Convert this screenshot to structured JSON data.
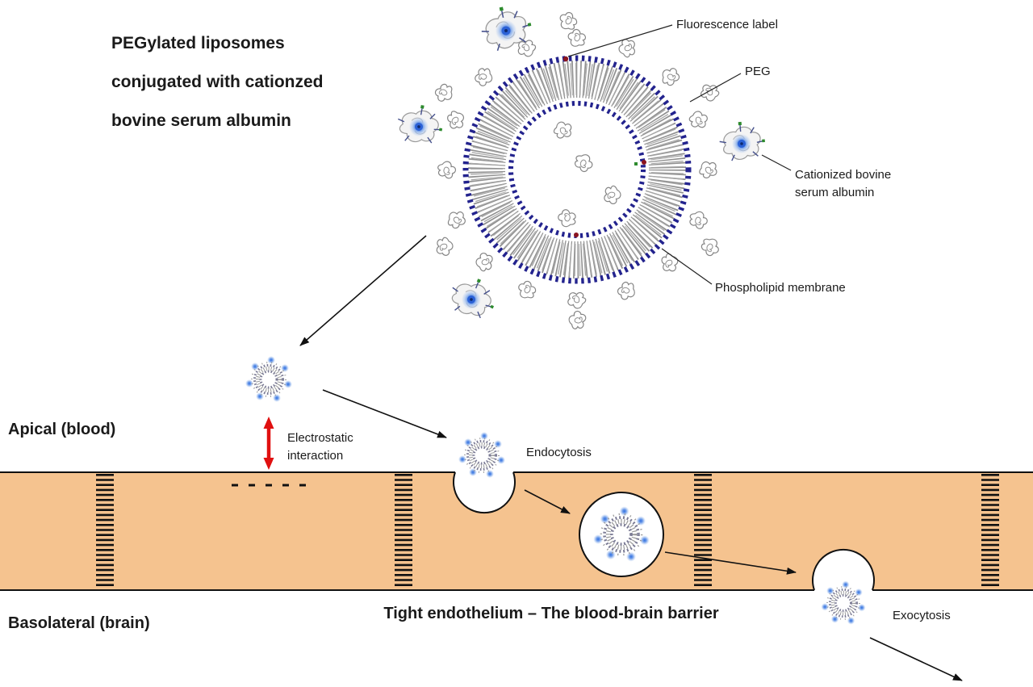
{
  "title": {
    "lines": [
      "PEGylated liposomes",
      "conjugated with cationzed",
      "bovine serum albumin"
    ]
  },
  "callouts": {
    "fluorescence_label": "Fluorescence label",
    "peg_label": "PEG",
    "cbsa_label_line1": "Cationized bovine",
    "cbsa_label_line2": "serum albumin",
    "phospholipid_label": "Phospholipid membrane"
  },
  "pathway": {
    "apical_label": "Apical (blood)",
    "basolateral_label": "Basolateral (brain)",
    "electrostatic_line1": "Electrostatic",
    "electrostatic_line2": "interaction",
    "endocytosis_label": "Endocytosis",
    "exocytosis_label": "Exocytosis",
    "barrier_label": "Tight endothelium – The blood-brain barrier"
  },
  "colors": {
    "membrane_fill": "#f5c38f",
    "lipid_head_blue": "#23238e",
    "fluorescence_blue": "#2e6de0",
    "electrostatic_arrow_red": "#e01010",
    "outline_black": "#111111"
  }
}
